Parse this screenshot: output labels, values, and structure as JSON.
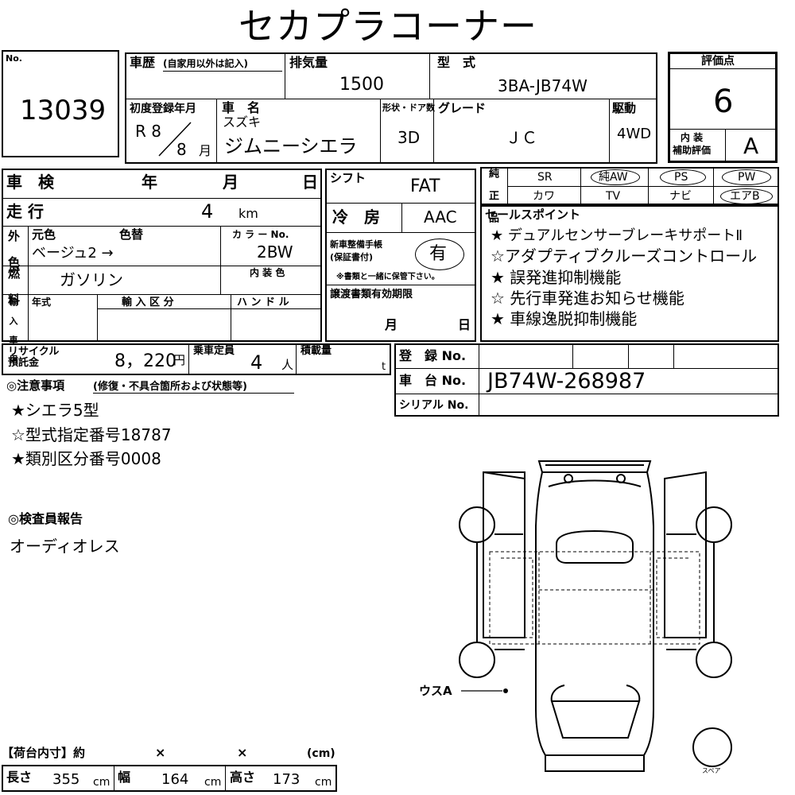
{
  "title": "セカプラコーナー",
  "lot": {
    "label": "No.",
    "number": "13039"
  },
  "history": {
    "label": "車歴",
    "sub_label": "(自家用以外は記入)"
  },
  "displacement": {
    "label": "排気量",
    "value": "1500"
  },
  "model_code": {
    "label": "型　式",
    "value": "3BA-JB74W"
  },
  "evaluation": {
    "label": "評価点",
    "score": "6",
    "interior_label": "内 装\n補助評価",
    "interior_grade": "A"
  },
  "first_registration": {
    "label": "初度登録年月",
    "era": "R 8",
    "month": "8",
    "month_unit": "月"
  },
  "car_name": {
    "label": "車　名",
    "maker": "スズキ",
    "name": "ジムニーシエラ"
  },
  "doors": {
    "label": "形状・ドア数",
    "value": "3D"
  },
  "grade": {
    "label": "グレード",
    "value": "ＪＣ"
  },
  "drive": {
    "label": "駆動",
    "value": "4WD"
  },
  "inspection": {
    "label": "車　検",
    "year": "年",
    "month": "月",
    "day": "日"
  },
  "shift": {
    "label": "シフト",
    "value": "FAT"
  },
  "mileage": {
    "label": "走 行",
    "value": "4",
    "unit": "km"
  },
  "aircon": {
    "label": "冷　房",
    "value": "AAC"
  },
  "color": {
    "side_label": "外\n色",
    "original_label": "元色",
    "change_label": "色替",
    "original_value": "ベージュ2 →",
    "code_label": "カ ラ ー No.",
    "code_value": "2BW",
    "interior_label": "内 装 色"
  },
  "fuel": {
    "side_label": "燃\n料",
    "value": "ガソリン"
  },
  "maintenance": {
    "label": "新車整備手帳\n(保証書付)",
    "value": "有",
    "note": "※書類と一緒に保管下さい。"
  },
  "import": {
    "side_label": "輸\n入\n車\n用",
    "year_label": "年式",
    "class_label": "輸 入 区 分",
    "handle_label": "ハ ン ド ル"
  },
  "transfer": {
    "label": "譲渡書類有効期限",
    "month": "月",
    "day": "日"
  },
  "equipment": {
    "side_label": "純\n正\n品",
    "row1": [
      "SR",
      "純AW",
      "PS",
      "PW"
    ],
    "row2": [
      "カワ",
      "TV",
      "ナビ",
      "エアB"
    ]
  },
  "sales_points": {
    "label": "セールスポイント",
    "items": [
      "★ デュアルセンサーブレーキサポートⅡ",
      "☆アダプティブクルーズコントロール",
      "★ 誤発進抑制機能",
      "☆ 先行車発進お知らせ機能",
      "★ 車線逸脱抑制機能"
    ]
  },
  "recycle": {
    "label": "リサイクル\n預託金",
    "value": "8，220",
    "unit": "円"
  },
  "capacity": {
    "label": "乗車定員",
    "value": "4",
    "unit": "人"
  },
  "load": {
    "label": "積載量",
    "unit": "t"
  },
  "registration_no": {
    "label": "登　録 No."
  },
  "chassis_no": {
    "label": "車　台 No.",
    "value": "JB74W-268987"
  },
  "serial_no": {
    "label": "シリアル No."
  },
  "notes": {
    "label": "◎注意事項",
    "sub_label": "(修復・不具合箇所および状態等)",
    "items": [
      "★シエラ5型",
      "☆型式指定番号18787",
      "★類別区分番号0008"
    ]
  },
  "inspector": {
    "label": "◎検査員報告",
    "text": "オーディオレス"
  },
  "diagram": {
    "annotation": "ウスA",
    "spare_label": "スペア"
  },
  "cargo": {
    "label": "【荷台内寸】約",
    "x1": "×",
    "x2": "×",
    "unit_label": "(cm)",
    "length_label": "長さ",
    "length": "355",
    "width_label": "幅",
    "width": "164",
    "height_label": "高さ",
    "height": "173",
    "cm": "cm"
  }
}
